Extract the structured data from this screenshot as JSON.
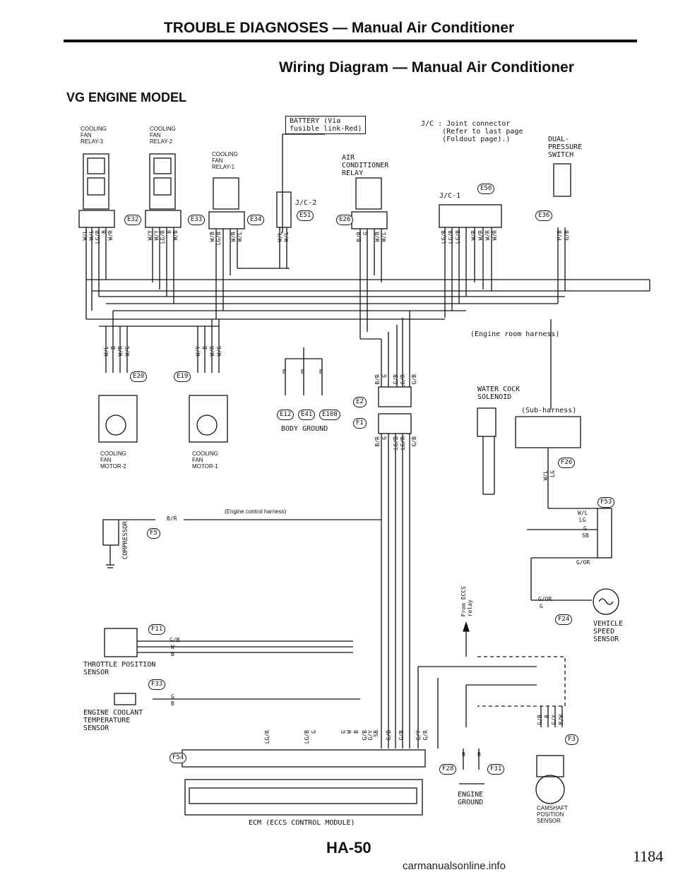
{
  "header": {
    "title": "TROUBLE DIAGNOSES — Manual Air Conditioner",
    "subtitle": "Wiring Diagram — Manual Air Conditioner",
    "model": "VG ENGINE MODEL"
  },
  "components": {
    "cooling_fan_relay_3": "COOLING\nFAN\nRELAY-3",
    "cooling_fan_relay_2": "COOLING\nFAN\nRELAY-2",
    "cooling_fan_relay_1": "COOLING\nFAN\nRELAY-1",
    "battery": "BATTERY (Via\nfusible link-Red)",
    "ac_relay": "AIR\nCONDITIONER\nRELAY",
    "jc_note": "J/C : Joint connector\n     (Refer to last page\n     (Foldout page).)",
    "dual_pressure_switch": "DUAL-\nPRESSURE\nSWITCH",
    "jc_2": "J/C-2",
    "jc_1": "J/C-1",
    "engine_room_harness": "(Engine room harness)",
    "cooling_fan_motor_2": "COOLING\nFAN\nMOTOR-2",
    "cooling_fan_motor_1": "COOLING\nFAN\nMOTOR-1",
    "body_ground": "BODY GROUND",
    "water_cock_solenoid": "WATER COCK\nSOLENOID",
    "sub_harness": "(Sub-harness)",
    "engine_control_harness": "(Engine control harness)",
    "compressor": "COMPRESSOR",
    "throttle_position_sensor": "THROTTLE POSITION\nSENSOR",
    "engine_coolant_temp_sensor": "ENGINE COOLANT\nTEMPERATURE\nSENSOR",
    "from_eccs_relay": "From ECCS\nrelay",
    "vehicle_speed_sensor": "VEHICLE\nSPEED\nSENSOR",
    "engine_ground": "ENGINE\nGROUND",
    "camshaft_position_sensor": "CAMSHAFT\nPOSITION\nSENSOR",
    "ecm": "ECM (ECCS CONTROL MODULE)"
  },
  "connectors": [
    "E32",
    "E33",
    "E34",
    "E51",
    "E26",
    "E50",
    "E36",
    "E20",
    "E19",
    "E12",
    "E41",
    "E108",
    "E2",
    "F1",
    "F26",
    "F53",
    "F5",
    "F11",
    "F33",
    "F24",
    "F54",
    "F28",
    "F31",
    "F3"
  ],
  "wire_colors": {
    "relay3": [
      "W/L",
      "W/L",
      "LG/R",
      "B",
      "W/R"
    ],
    "relay2": [
      "W/Y",
      "W/Y",
      "LG/R",
      "B",
      "W/B"
    ],
    "relay1": [
      "W/B",
      "LG/B",
      "W/R",
      "W/L"
    ],
    "jc2": [
      "W/L",
      "W/L"
    ],
    "acrelay": [
      "B/R",
      "G",
      "W/R",
      "W/L"
    ],
    "jc1": [
      "LG/R",
      "LG/R",
      "LG/B",
      "W/R",
      "W/R",
      "W/R",
      "W/R"
    ],
    "dual": [
      "P/B",
      "G/B"
    ],
    "motor2": [
      "W/L",
      "B",
      "W/R",
      "W/G"
    ],
    "motor1": [
      "W/Y",
      "B",
      "W/R",
      "W/G"
    ],
    "ground": [
      "B",
      "B",
      "B"
    ],
    "e2": [
      "B/R",
      "G",
      "G/B",
      "LG/R",
      "G/B"
    ],
    "f1": [
      "B/R",
      "G",
      "LG/B",
      "LG/R",
      "G/B"
    ],
    "f26": [
      "W/L",
      "LG"
    ],
    "f53": [
      "W/L",
      "LG",
      "G",
      "SB",
      "G/OR"
    ],
    "compressor": "B/R",
    "f11": [
      "G/B",
      "W",
      "B"
    ],
    "f33": [
      "G",
      "B"
    ],
    "f24": [
      "G/OR",
      "G"
    ],
    "f3": [
      "G/B",
      "B",
      "G/Y",
      "B/W"
    ],
    "ecm_bottom": [
      "LG/R",
      "LG/B",
      "G",
      "G",
      "W",
      "B",
      "G/B",
      "G/Y",
      "SB",
      "G/B",
      "G/B",
      "G/Y",
      "G/R",
      "B",
      "B"
    ]
  },
  "footer": {
    "page": "HA-50",
    "page_number": "1184",
    "watermark": "carmanualsonline.info"
  }
}
